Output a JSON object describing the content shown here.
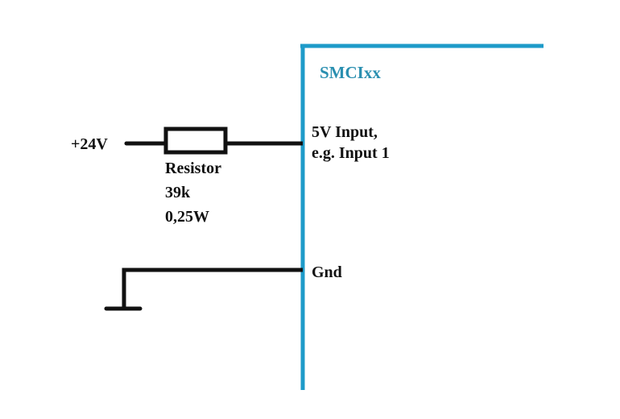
{
  "diagram": {
    "type": "circuit-schematic",
    "device": {
      "name": "SMCIxx",
      "border_color": "#1e9bc9",
      "name_color": "#2a8fb0"
    },
    "supply": {
      "label": "+24V"
    },
    "resistor": {
      "label": "Resistor",
      "value": "39k",
      "power": "0,25W"
    },
    "input_pin": {
      "line1": "5V Input,",
      "line2": "e.g. Input 1"
    },
    "ground_pin": {
      "label": "Gnd"
    },
    "wire_color": "#111111"
  }
}
